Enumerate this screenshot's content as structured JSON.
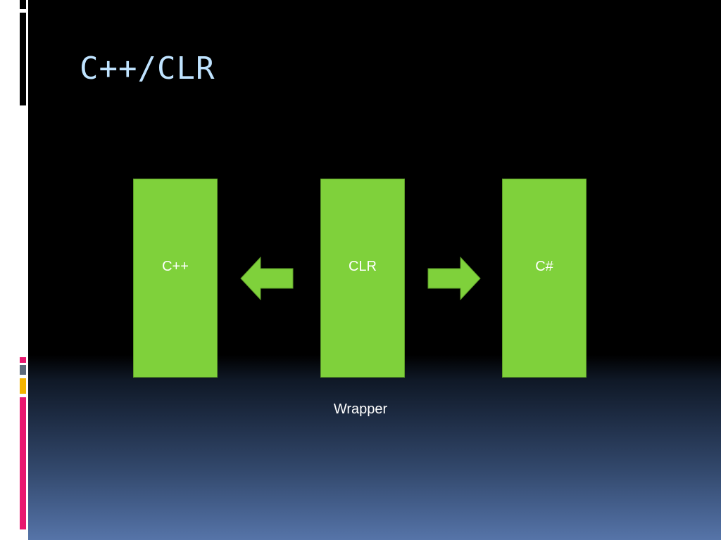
{
  "slide": {
    "title": "C++/CLR",
    "caption": "Wrapper"
  },
  "boxes": [
    {
      "label": "C++"
    },
    {
      "label": "CLR"
    },
    {
      "label": "C#"
    }
  ],
  "colors": {
    "box_fill": "#7fd13b",
    "box_border": "#5c9c28",
    "title": "#bfe3ff",
    "accent_pink": "#e8186f",
    "accent_gold": "#f4b400"
  },
  "icons": {
    "arrow_to_cpp": "arrow-left-icon",
    "arrow_to_cs": "arrow-right-icon"
  }
}
